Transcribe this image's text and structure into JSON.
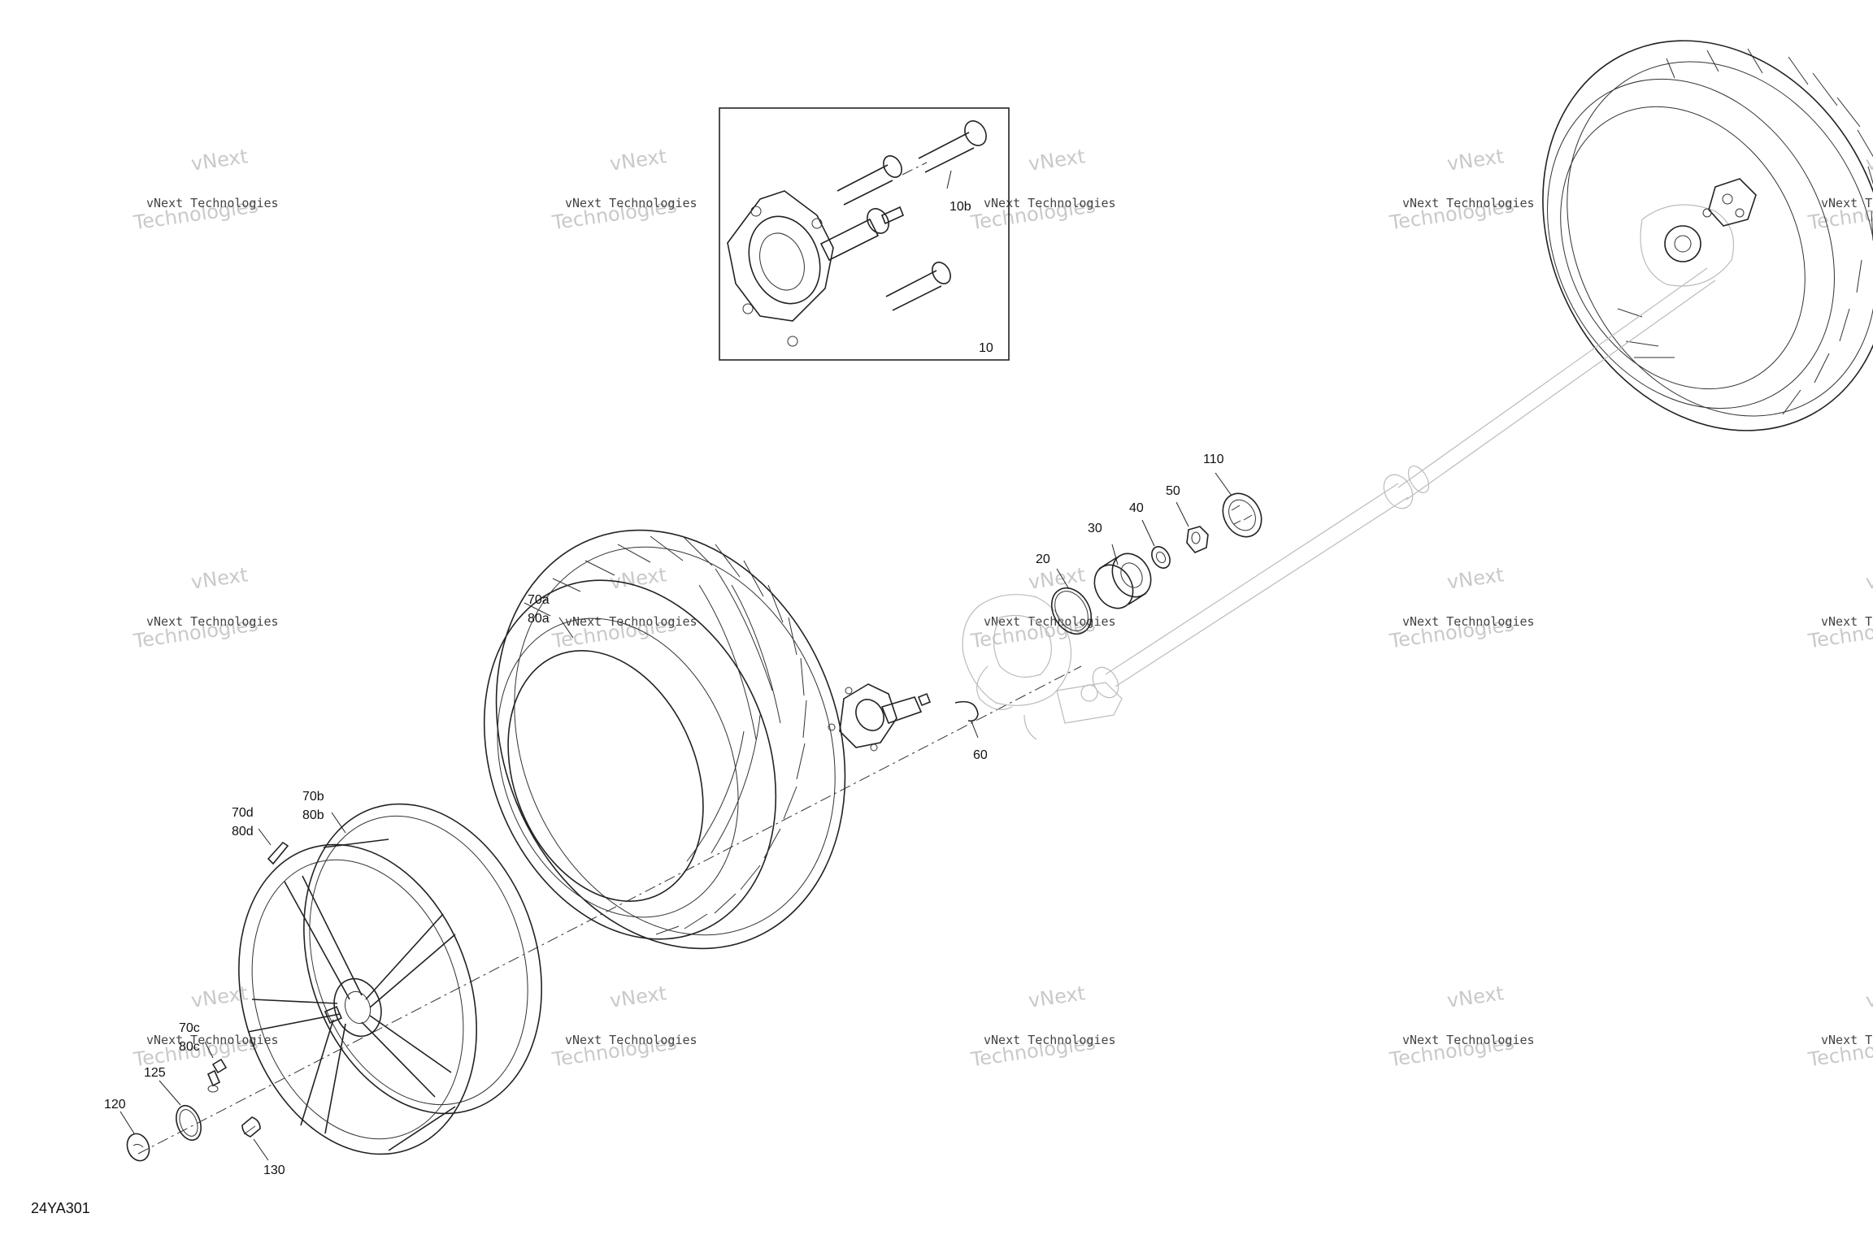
{
  "drawing_code": "24YA301",
  "watermark": {
    "line1": "vNext Technologies",
    "line2": "Technologies",
    "prefix": "vNext"
  },
  "callouts": {
    "c10": "10",
    "c10b": "10b",
    "c20": "20",
    "c30": "30",
    "c40": "40",
    "c50": "50",
    "c60": "60",
    "c70a": "70a",
    "c80a": "80a",
    "c70b": "70b",
    "c80b": "80b",
    "c70c": "70c",
    "c80c": "80c",
    "c70d": "70d",
    "c80d": "80d",
    "c110": "110",
    "c120": "120",
    "c125": "125",
    "c130": "130"
  }
}
